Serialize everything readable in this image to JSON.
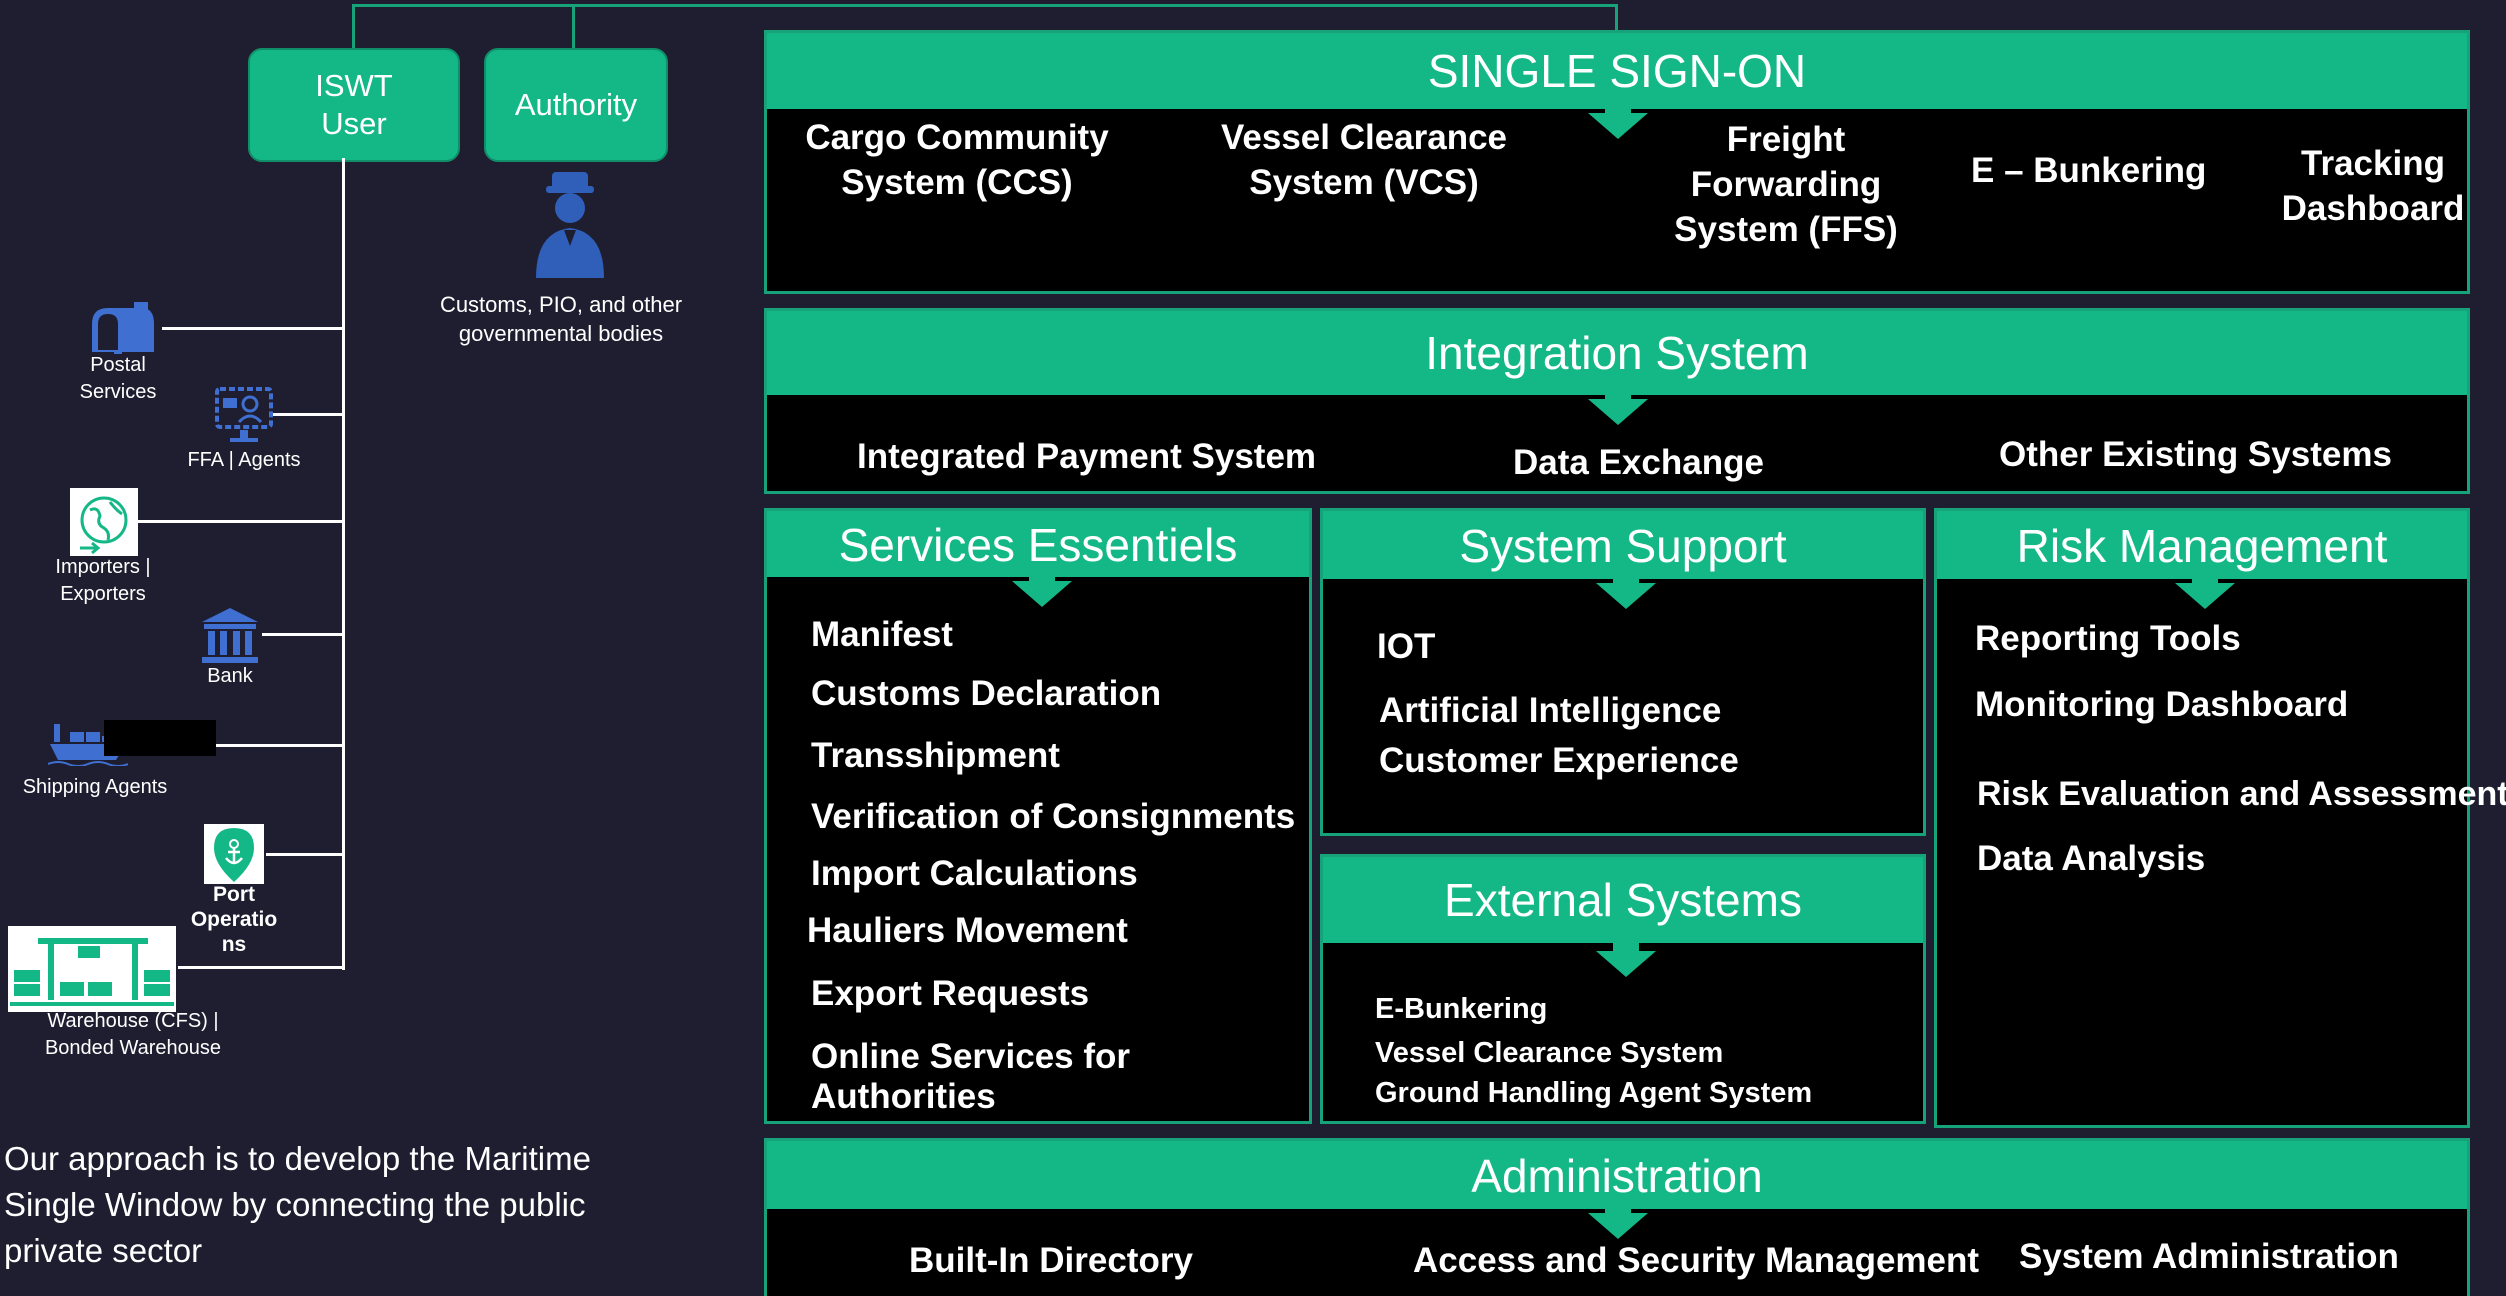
{
  "roles": {
    "iswt_user": "ISWT\nUser",
    "authority": "Authority"
  },
  "authority_caption": "Customs, PIO, and other governmental bodies",
  "stakeholders": [
    {
      "label": "Postal Services",
      "icon": "mailbox-icon"
    },
    {
      "label": "FFA | Agents",
      "icon": "agent-monitor-icon"
    },
    {
      "label": "Importers | Exporters",
      "icon": "globe-trade-icon"
    },
    {
      "label": "Bank",
      "icon": "bank-icon"
    },
    {
      "label": "Shipping Agents",
      "icon": "ship-icon"
    },
    {
      "label": "Port Operations",
      "icon": "port-pin-icon"
    },
    {
      "label": "Warehouse (CFS) | Bonded Warehouse",
      "icon": "warehouse-icon"
    }
  ],
  "port_operations_lines": [
    "Port",
    "Operatio",
    "ns"
  ],
  "approach_note": "Our approach is to develop the Maritime Single Window by connecting the public",
  "approach_note_end": "private sector",
  "panels": {
    "sso": {
      "title": "SINGLE SIGN-ON",
      "items": [
        "Cargo Community System (CCS)",
        "Vessel Clearance System (VCS)",
        "Freight Forwarding System (FFS)",
        "E – Bunkering",
        "Tracking Dashboard"
      ]
    },
    "integration": {
      "title": "Integration System",
      "items": [
        "Integrated Payment System",
        "Data Exchange",
        "Other Existing Systems"
      ]
    },
    "services": {
      "title": "Services Essentiels",
      "items": [
        "Manifest",
        "Customs Declaration",
        "Transshipment",
        "Verification of Consignments",
        "Import Calculations",
        "Hauliers Movement",
        "Export Requests",
        "Online Services for Authorities"
      ]
    },
    "support": {
      "title": "System Support",
      "items": [
        "IOT",
        "Artificial Intelligence",
        "Customer Experience"
      ]
    },
    "risk": {
      "title": "Risk Management",
      "items": [
        "Reporting Tools",
        "Monitoring Dashboard",
        "Risk Evaluation and Assessment",
        "Data Analysis"
      ]
    },
    "external": {
      "title": "External Systems",
      "items": [
        "E-Bunkering",
        "Vessel Clearance System",
        "Ground Handling Agent System"
      ]
    },
    "admin": {
      "title": "Administration",
      "items": [
        "Built-In Directory",
        "Access and Security Management",
        "System Administration"
      ]
    }
  },
  "colors": {
    "background": "#1e1e30",
    "accent": "#14b886",
    "panel_body": "#000000",
    "icon_blue": "#3f6fd0"
  }
}
